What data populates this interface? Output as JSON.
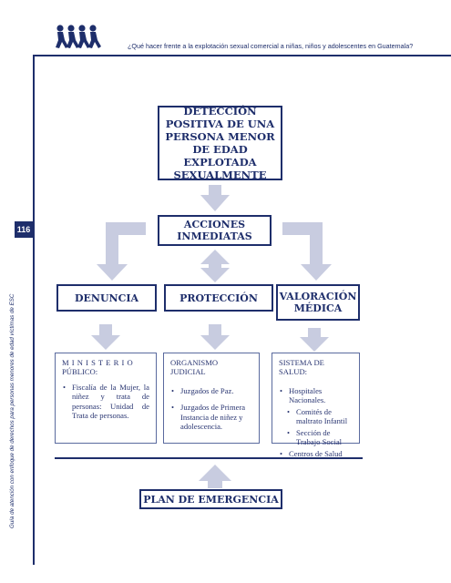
{
  "header": {
    "title": "¿Qué hacer frente a la explotación sexual comercial a niñas, niños y adolescentes en Guatemala?",
    "page_number": "116",
    "side_text": "Guía de atención con enfoque de derechos para personas menores de edad víctimas de ESC",
    "logo_icon": "running-figures-logo"
  },
  "flow": {
    "main_box": [
      "DETECCIÓN",
      "POSITIVA DE UNA",
      "PERSONA MENOR",
      "DE EDAD",
      "EXPLOTADA",
      "SEXUALMENTE"
    ],
    "acciones": [
      "ACCIONES",
      "INMEDIATAS"
    ],
    "denuncia": "DENUNCIA",
    "proteccion": "PROTECCIÓN",
    "valoracion": [
      "VALORACIÓN",
      "MÉDICA"
    ],
    "plan": "PLAN DE EMERGENCIA"
  },
  "ministerio": {
    "title_line1": "M I N I S T E R I O",
    "title_line2": "PÚBLICO:",
    "items": [
      "Fiscalía de la Mujer, la niñez y trata de personas: Unidad de Trata de personas."
    ]
  },
  "organismo": {
    "title": "ORGANISMO JUDICIAL",
    "items": [
      "Juzgados de Paz.",
      "Juzgados de Primera Instancia de niñez y adolescencia."
    ]
  },
  "salud": {
    "title": "SISTEMA DE SALUD:",
    "items": [
      "Hospitales Nacionales."
    ],
    "sub_items": [
      "Comités de maltrato Infantil",
      "Sección de Trabajo Social"
    ],
    "last_item": "Centros de Salud"
  },
  "colors": {
    "navy": "#1e2e6b",
    "arrow": "#c8cce0"
  }
}
